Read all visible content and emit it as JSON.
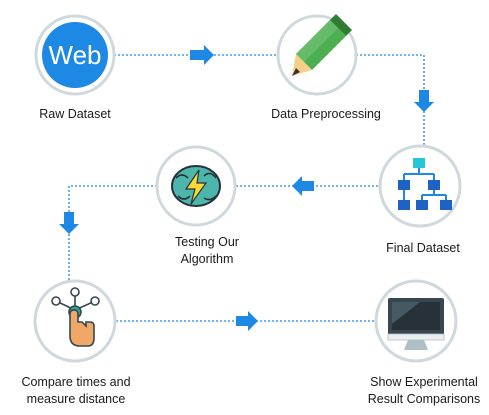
{
  "colors": {
    "accent_blue": "#1e88e5",
    "circle_stroke": "#cfd8dc",
    "connector": "#1e88e5"
  },
  "nodes": [
    {
      "id": "raw-dataset",
      "label_lines": [
        "Raw Dataset"
      ],
      "icon": "web-globe-icon",
      "icon_text": "Web"
    },
    {
      "id": "data-preprocessing",
      "label_lines": [
        "Data Preprocessing"
      ],
      "icon": "pencil-icon"
    },
    {
      "id": "final-dataset",
      "label_lines": [
        "Final Dataset"
      ],
      "icon": "hierarchy-icon"
    },
    {
      "id": "testing-algorithm",
      "label_lines": [
        "Testing Our",
        "Algorithm"
      ],
      "icon": "brain-icon"
    },
    {
      "id": "compare-times",
      "label_lines": [
        "Compare times and",
        "measure distance"
      ],
      "icon": "touch-network-icon"
    },
    {
      "id": "show-results",
      "label_lines": [
        "Show Experimental",
        "Result Comparisons"
      ],
      "icon": "monitor-icon"
    }
  ]
}
